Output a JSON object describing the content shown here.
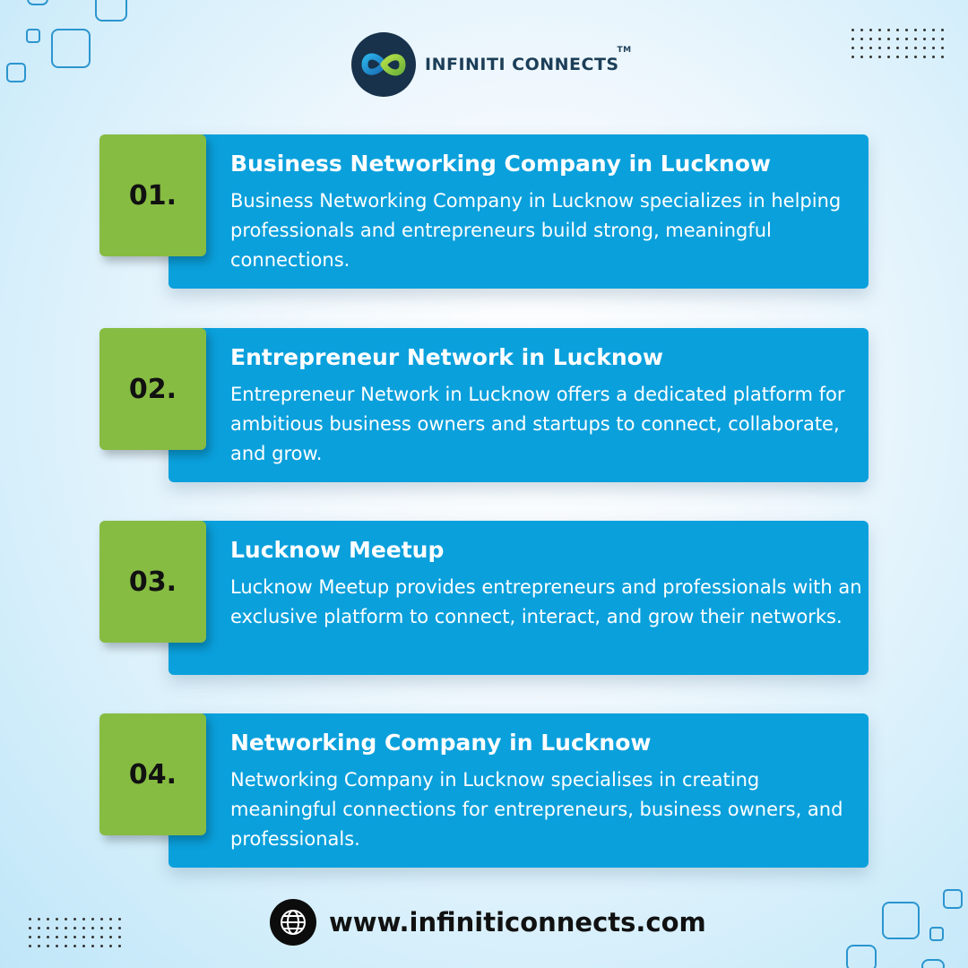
{
  "header": {
    "brand_name": "INFINITI CONNECTS",
    "trademark": "TM",
    "logo_icon": "infinity-loop-icon"
  },
  "cards": [
    {
      "number": "01.",
      "title": "Business Networking Company in Lucknow",
      "description": "Business Networking Company in Lucknow specializes in helping professionals and entrepreneurs build strong, meaningful connections."
    },
    {
      "number": "02.",
      "title": "Entrepreneur Network in Lucknow",
      "description": "Entrepreneur Network in Lucknow offers a dedicated platform for ambitious business owners and startups to connect, collaborate, and grow."
    },
    {
      "number": "03.",
      "title": "Lucknow Meetup",
      "description": "Lucknow Meetup provides entrepreneurs and professionals with an exclusive platform to connect, interact, and grow their networks."
    },
    {
      "number": "04.",
      "title": "Networking Company in Lucknow",
      "description": "Networking Company in Lucknow specialises in creating meaningful connections for entrepreneurs, business owners, and professionals."
    }
  ],
  "footer": {
    "website": "www.infiniticonnects.com",
    "icon": "globe-icon"
  },
  "colors": {
    "card_blue": "#0aa0dc",
    "number_green": "#86bc42",
    "logo_navy": "#17324a",
    "accent_outline": "#2b95cf"
  }
}
